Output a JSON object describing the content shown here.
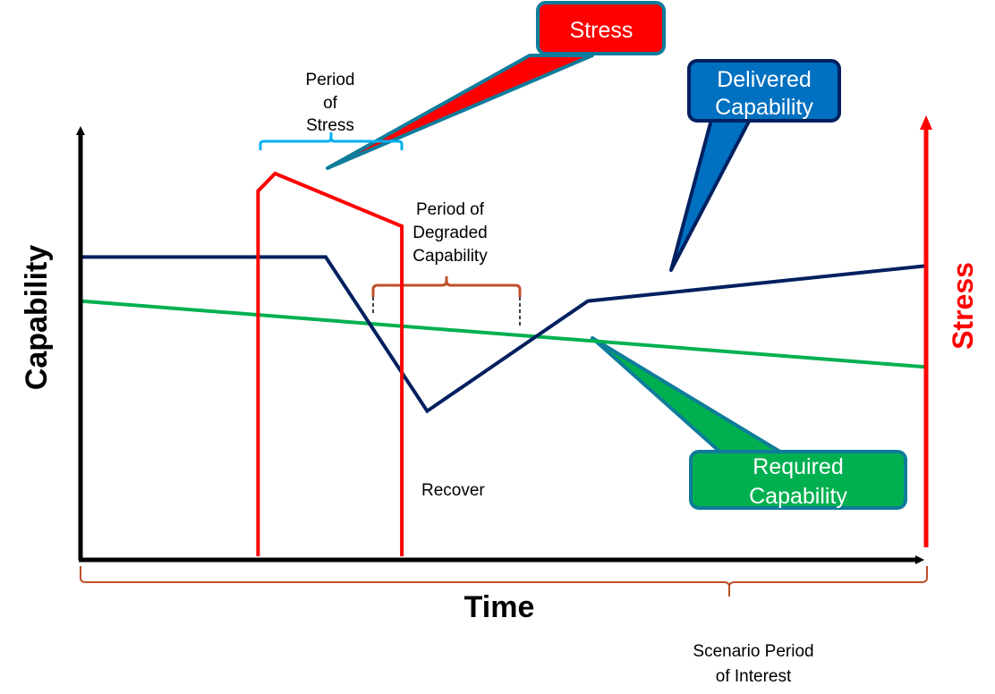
{
  "axes": {
    "y_title": "Capability",
    "x_title": "Time",
    "y2_title": "Stress"
  },
  "annotations": {
    "period_of_stress": [
      "Period",
      "of",
      "Stress"
    ],
    "period_of_degraded": [
      "Period of",
      "Degraded",
      "Capability"
    ],
    "recover": "Recover",
    "scenario_period": [
      "Scenario Period",
      "of Interest"
    ]
  },
  "callouts": {
    "stress": [
      "Stress"
    ],
    "delivered": [
      "Delivered",
      "Capability"
    ],
    "required": [
      "Required",
      "Capability"
    ]
  },
  "colors": {
    "delivered": "#002060",
    "required": "#00B050",
    "stress": "#FF0000",
    "stress_brace": "#00B0F0",
    "degraded_brace": "#C0502A",
    "callout_border": "#0E7C9A",
    "delivered_callout": "#0070C0",
    "delivered_callout_border": "#002060"
  },
  "series": {
    "delivered_capability": [
      [
        0,
        0.68
      ],
      [
        0.29,
        0.68
      ],
      [
        0.41,
        0.33
      ],
      [
        0.6,
        0.58
      ],
      [
        1.0,
        0.66
      ]
    ],
    "required_capability": [
      [
        0,
        0.58
      ],
      [
        1.0,
        0.43
      ]
    ],
    "stress": [
      [
        0.21,
        0
      ],
      [
        0.21,
        0.83
      ],
      [
        0.23,
        0.87
      ],
      [
        0.38,
        0.75
      ],
      [
        0.38,
        0
      ]
    ]
  }
}
